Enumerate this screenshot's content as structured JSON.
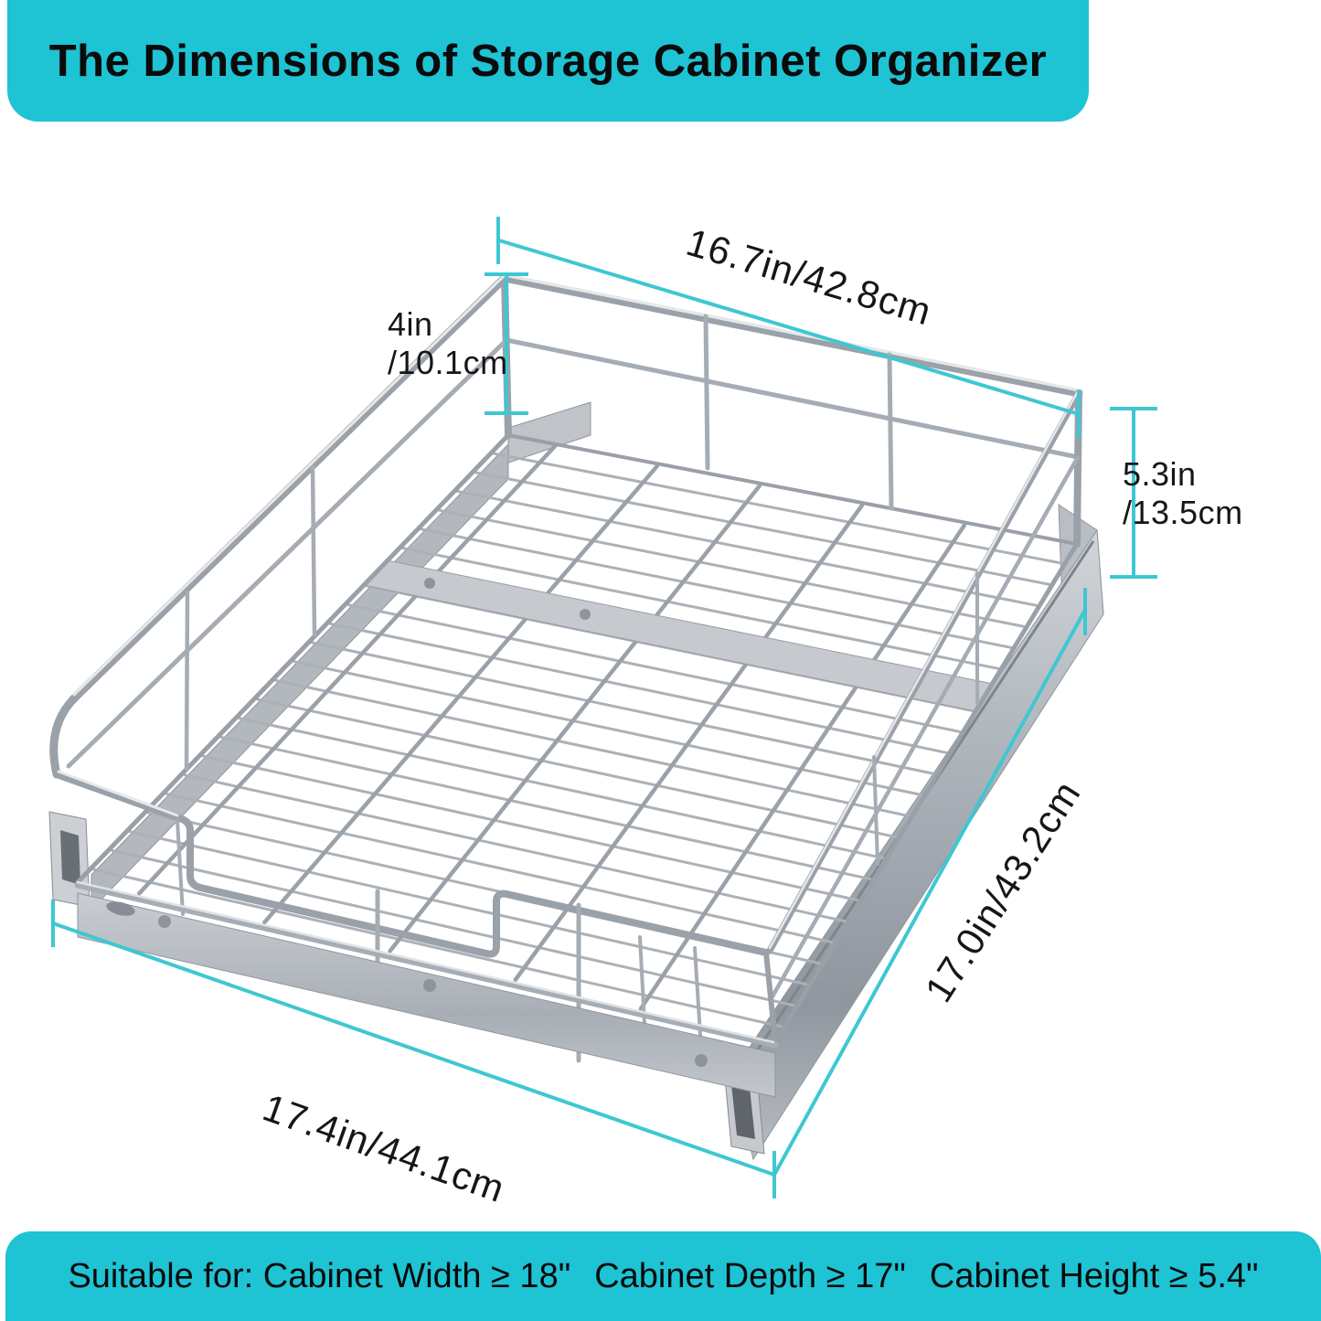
{
  "header": {
    "title": "The Dimensions of Storage Cabinet Organizer"
  },
  "footer": {
    "items": [
      "Suitable for: Cabinet Width ≥ 18\"",
      "Cabinet Depth ≥ 17\"",
      "Cabinet Height ≥ 5.4\""
    ]
  },
  "dimensions": {
    "top_width": "16.7in/42.8cm",
    "back_height_line1": "4in",
    "back_height_line2": "/10.1cm",
    "side_height_line1": "5.3in",
    "side_height_line2": "/13.5cm",
    "depth": "17.0in/43.2cm",
    "front_width": "17.4in/44.1cm"
  },
  "illustration": {
    "description": "Chrome pull-out wire basket cabinet organizer shown in three-quarter view with slide rails"
  },
  "colors": {
    "banner": "#1ec3d4",
    "dimension_line": "#3ec7d2",
    "text": "#0b0b0b",
    "metal": "#a9aeb5"
  }
}
